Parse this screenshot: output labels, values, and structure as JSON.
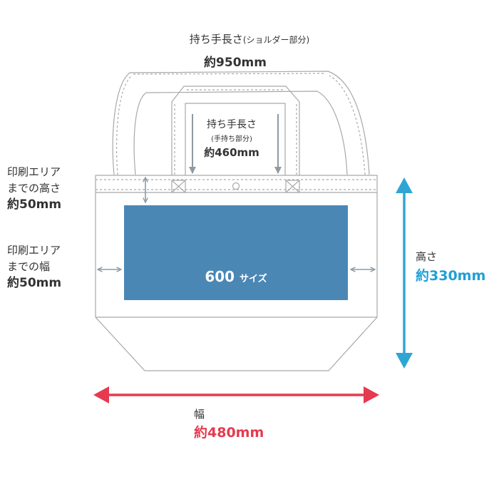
{
  "shoulder_strap": {
    "title": "持ち手長さ",
    "subtitle": "(ショルダー部分)",
    "value": "約950mm"
  },
  "hand_strap": {
    "title": "持ち手長さ",
    "subtitle": "(手持ち部分)",
    "value": "約460mm"
  },
  "print_area_height": {
    "line1": "印刷エリア",
    "line2": "までの高さ",
    "value": "約50mm"
  },
  "print_area_width": {
    "line1": "印刷エリア",
    "line2": "までの幅",
    "value": "約50mm"
  },
  "print_size": {
    "number": "600",
    "suffix": "サイズ"
  },
  "bag_height": {
    "title": "高さ",
    "value": "約330mm"
  },
  "bag_width": {
    "title": "幅",
    "value": "約480mm"
  },
  "colors": {
    "outline": "#a7a9ab",
    "print_area": "#4a87b5",
    "height_arrow": "#2ea6d4",
    "width_arrow": "#e53a4f",
    "gray_arrow": "#8e9aa3"
  }
}
